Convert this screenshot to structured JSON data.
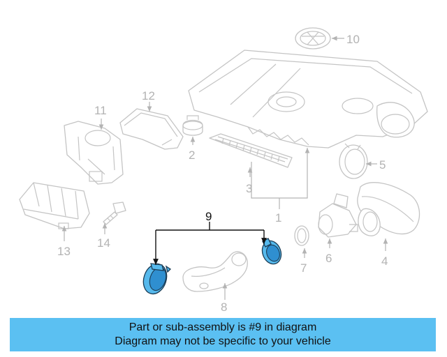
{
  "labels": {
    "p1": "1",
    "p2": "2",
    "p3": "3",
    "p4": "4",
    "p5": "5",
    "p6": "6",
    "p7": "7",
    "p8": "8",
    "p9": "9",
    "p10": "10",
    "p11": "11",
    "p12": "12",
    "p13": "13",
    "p14": "14"
  },
  "highlight_part": "9",
  "colors": {
    "highlight": "#56b9ec",
    "banner_bg": "#5bc0f2",
    "part_line": "#c4c4c4"
  },
  "banner": {
    "line1": "Part or sub-assembly is #9 in diagram",
    "line2": "Diagram may not be specific to your vehicle"
  }
}
